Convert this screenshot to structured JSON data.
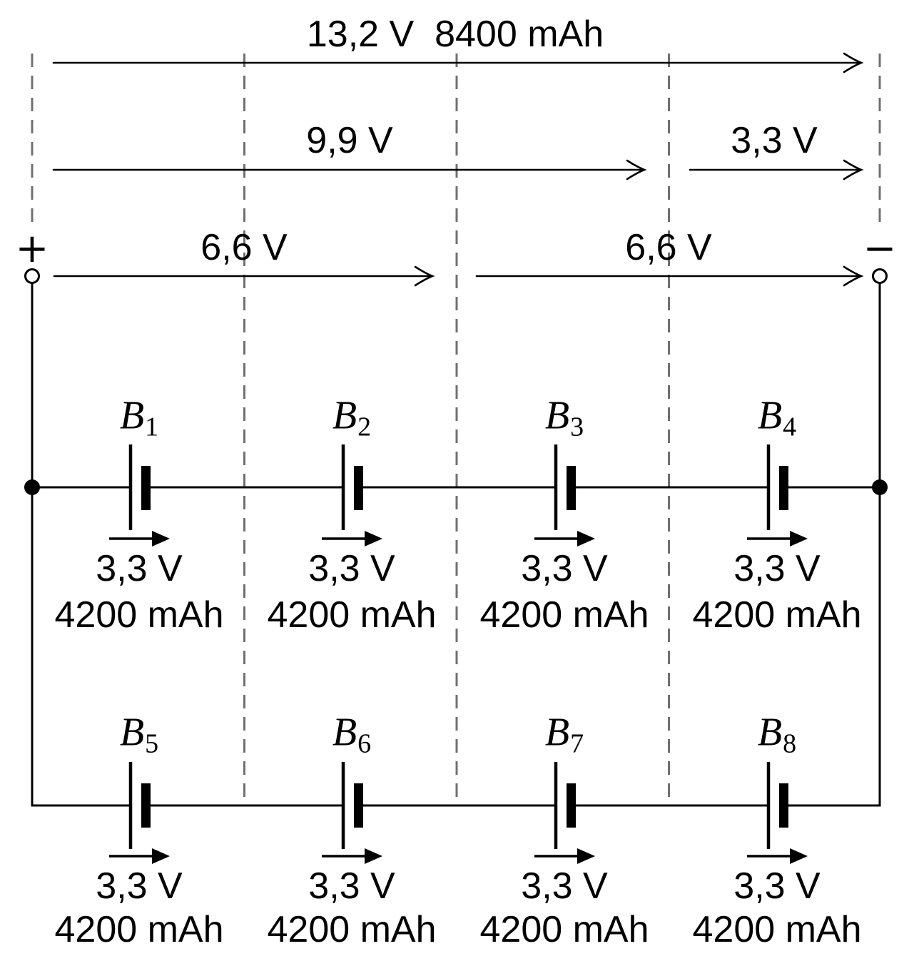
{
  "figure": {
    "background": "#ffffff",
    "line_color": "#000000",
    "guide_color": "#707070"
  },
  "measurements": {
    "total": "13,2 V  8400 mAh",
    "upper_left": "9,9 V",
    "upper_right": "3,3 V",
    "lower_left": "6,6 V",
    "lower_right": "6,6 V"
  },
  "terminals": {
    "positive": "+",
    "negative": "−"
  },
  "batteries": [
    {
      "label": "B",
      "sub": "1",
      "voltage": "3,3 V",
      "capacity": "4200 mAh"
    },
    {
      "label": "B",
      "sub": "2",
      "voltage": "3,3 V",
      "capacity": "4200 mAh"
    },
    {
      "label": "B",
      "sub": "3",
      "voltage": "3,3 V",
      "capacity": "4200 mAh"
    },
    {
      "label": "B",
      "sub": "4",
      "voltage": "3,3 V",
      "capacity": "4200 mAh"
    },
    {
      "label": "B",
      "sub": "5",
      "voltage": "3,3 V",
      "capacity": "4200 mAh"
    },
    {
      "label": "B",
      "sub": "6",
      "voltage": "3,3 V",
      "capacity": "4200 mAh"
    },
    {
      "label": "B",
      "sub": "7",
      "voltage": "3,3 V",
      "capacity": "4200 mAh"
    },
    {
      "label": "B",
      "sub": "8",
      "voltage": "3,3 V",
      "capacity": "4200 mAh"
    }
  ]
}
